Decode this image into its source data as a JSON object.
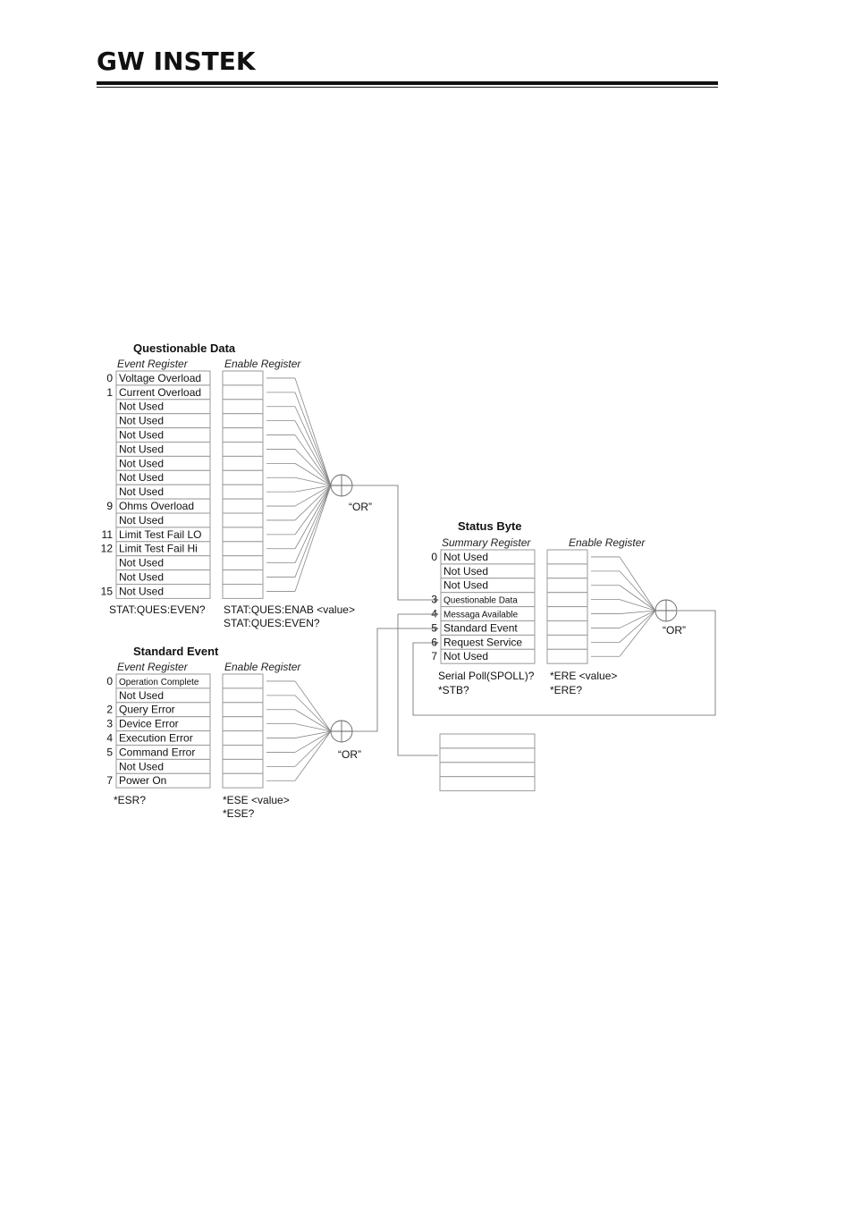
{
  "header": {
    "logo_text": "GW INSTEK"
  },
  "questionable": {
    "title": "Questionable Data",
    "event_label": "Event Register",
    "enable_label": "Enable Register",
    "rows": [
      {
        "bit": "0",
        "label": "Voltage Overload"
      },
      {
        "bit": "1",
        "label": "Current Overload"
      },
      {
        "bit": "",
        "label": "Not Used"
      },
      {
        "bit": "",
        "label": "Not Used"
      },
      {
        "bit": "",
        "label": "Not Used"
      },
      {
        "bit": "",
        "label": "Not Used"
      },
      {
        "bit": "",
        "label": "Not Used"
      },
      {
        "bit": "",
        "label": "Not Used"
      },
      {
        "bit": "",
        "label": "Not Used"
      },
      {
        "bit": "9",
        "label": "Ohms Overload"
      },
      {
        "bit": "",
        "label": "Not Used"
      },
      {
        "bit": "11",
        "label": "Limit Test Fail LO"
      },
      {
        "bit": "12",
        "label": "Limit Test Fail Hi"
      },
      {
        "bit": "",
        "label": "Not Used"
      },
      {
        "bit": "",
        "label": "Not Used"
      },
      {
        "bit": "15",
        "label": "Not Used"
      }
    ],
    "or_label": "“OR”",
    "event_cmd": "STAT:QUES:EVEN?",
    "enable_cmds": [
      "STAT:QUES:ENAB <value>",
      "STAT:QUES:EVEN?"
    ]
  },
  "standard": {
    "title": "Standard Event",
    "event_label": "Event Register",
    "enable_label": "Enable Register",
    "rows": [
      {
        "bit": "0",
        "label": "Operation Complete",
        "small": true
      },
      {
        "bit": "",
        "label": "Not Used"
      },
      {
        "bit": "2",
        "label": "Query Error"
      },
      {
        "bit": "3",
        "label": "Device Error"
      },
      {
        "bit": "4",
        "label": "Execution Error"
      },
      {
        "bit": "5",
        "label": "Command Error"
      },
      {
        "bit": "",
        "label": "Not Used"
      },
      {
        "bit": "7",
        "label": "Power On"
      }
    ],
    "or_label": "“OR”",
    "event_cmd": "*ESR?",
    "enable_cmds": [
      "*ESE <value>",
      "*ESE?"
    ]
  },
  "status": {
    "title": "Status Byte",
    "summary_label": "Summary Register",
    "enable_label": "Enable Register",
    "rows": [
      {
        "bit": "0",
        "label": "Not Used"
      },
      {
        "bit": "",
        "label": "Not Used"
      },
      {
        "bit": "",
        "label": "Not Used"
      },
      {
        "bit": "3",
        "label": "Questionable Data",
        "small": true
      },
      {
        "bit": "4",
        "label": "Messaga Available",
        "small": true
      },
      {
        "bit": "5",
        "label": "Standard Event"
      },
      {
        "bit": "6",
        "label": "Request Service"
      },
      {
        "bit": "7",
        "label": "Not Used"
      }
    ],
    "or_label": "“OR”",
    "summary_cmds": [
      "Serial Poll(SPOLL)?",
      "*STB?"
    ],
    "enable_cmds": [
      "*ERE <value>",
      "*ERE?"
    ]
  }
}
